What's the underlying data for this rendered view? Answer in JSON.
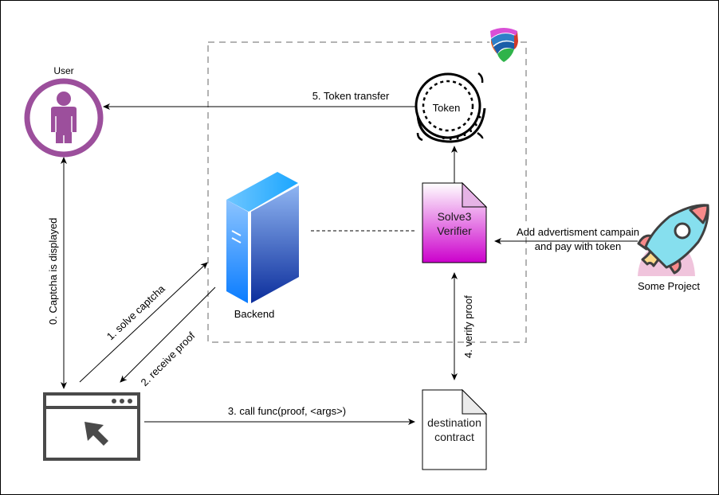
{
  "diagram": {
    "nodes": {
      "user": {
        "label": "User",
        "icon": "user-icon",
        "color": "#9c4f9c"
      },
      "token": {
        "label": "Token",
        "icon": "coin-icon"
      },
      "backend": {
        "label": "Backend",
        "icon": "server-icon"
      },
      "verifier": {
        "label_line1": "Solve3",
        "label_line2": "Verifier",
        "color_top": "#ffffff",
        "color_bottom": "#cc00cc"
      },
      "project": {
        "label": "Some Project",
        "icon": "rocket-icon"
      },
      "browser": {
        "icon": "browser-window-icon"
      },
      "contract": {
        "label_line1": "destination",
        "label_line2": "contract"
      },
      "logo": {
        "icon": "solve3-shield-logo-icon"
      }
    },
    "edges": {
      "captcha_displayed": "0. Captcha is displayed",
      "solve_captcha": "1. solve captcha",
      "receive_proof": "2. receive proof",
      "call_func": "3. call func(proof, <args>)",
      "verify_proof": "4. verify proof",
      "token_transfer": "5. Token transfer",
      "ad_campaign_line1": "Add advertisment campain",
      "ad_campaign_line2": "and pay with token"
    }
  }
}
